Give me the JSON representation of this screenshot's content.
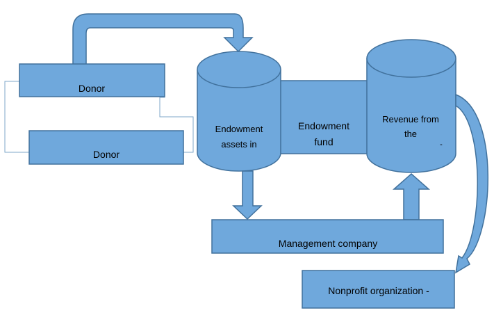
{
  "diagram": {
    "donor_top": "Donor",
    "donor_bottom": "Donor",
    "endowment_assets": [
      "Endowment",
      "assets in"
    ],
    "endowment_fund": [
      "Endowment",
      "fund"
    ],
    "revenue": [
      "Revenue from",
      "the",
      "-"
    ],
    "management_company": "Management company",
    "nonprofit": "Nonprofit organization -"
  },
  "colors": {
    "fill": "#6fa8dc",
    "stroke": "#41719c",
    "connector": "#7fa7c9"
  }
}
